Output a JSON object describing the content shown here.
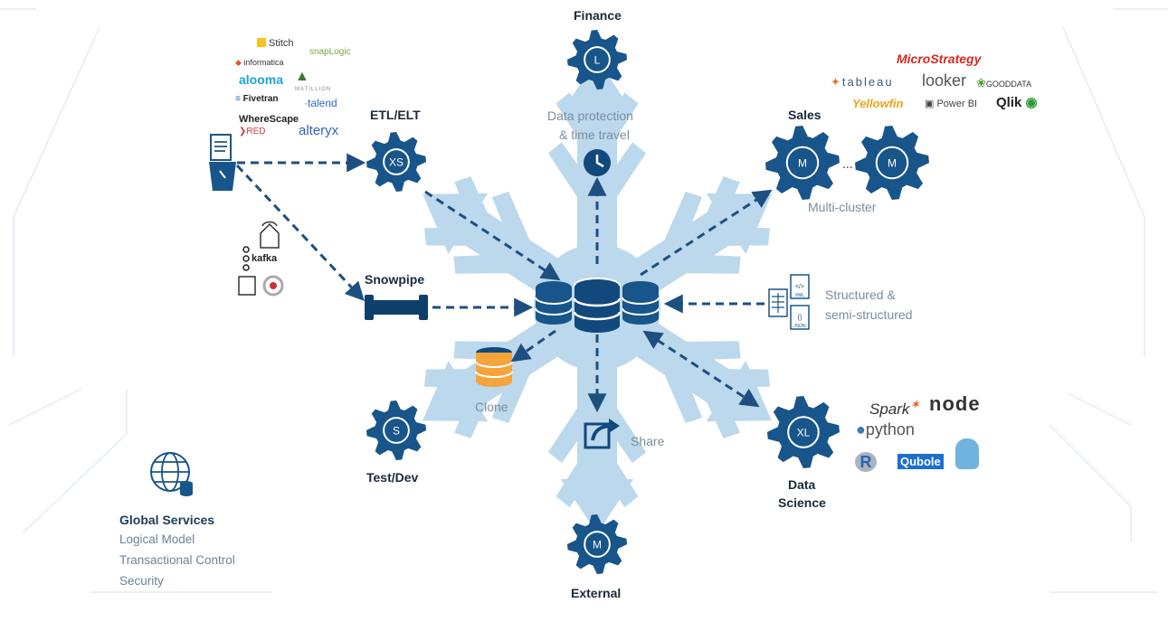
{
  "colors": {
    "flake": "#bcd8ec",
    "accent": "#18558a",
    "dark": "#0e3e6a",
    "arrow": "#1d4f80",
    "border": "#e3ecf3",
    "orange": "#f4a43a"
  },
  "nodes": {
    "finance": {
      "label": "Finance",
      "gear_text": "L"
    },
    "etl": {
      "label": "ETL/ELT",
      "gear_text": "XS"
    },
    "sales": {
      "label": "Sales",
      "gear_text_1": "M",
      "gear_text_2": "M",
      "ellipsis": "...",
      "sub": "Multi-cluster"
    },
    "snowpipe": {
      "label": "Snowpipe"
    },
    "test_dev": {
      "label": "Test/Dev",
      "gear_text": "S"
    },
    "external": {
      "label": "External",
      "gear_text": "M"
    },
    "data_science": {
      "label_line1": "Data",
      "label_line2": "Science",
      "gear_text": "XL"
    }
  },
  "annotations": {
    "data_protection_line1": "Data protection",
    "data_protection_line2": "& time travel",
    "structured_line1": "Structured &",
    "structured_line2": "semi-structured",
    "clone": "Clone",
    "share": "Share",
    "file_tags": [
      "XML",
      "JSON"
    ]
  },
  "etl_logos": [
    "Stitch",
    "snapLogic",
    "informatica",
    "alooma",
    "MATILLION",
    "Fivetran",
    "talend",
    "WhereScape",
    "RED",
    "alteryx"
  ],
  "bi_logos": [
    "MicroStrategy",
    "tableau",
    "looker",
    "GOODDATA",
    "Yellowfin",
    "Power BI",
    "Qlik"
  ],
  "ds_logos": [
    "Spark",
    "node",
    "python",
    "R",
    "Qubole"
  ],
  "stream_logos": [
    "kafka"
  ],
  "global_services": {
    "title": "Global Services",
    "lines": [
      "Logical Model",
      "Transactional Control",
      "Security"
    ]
  }
}
